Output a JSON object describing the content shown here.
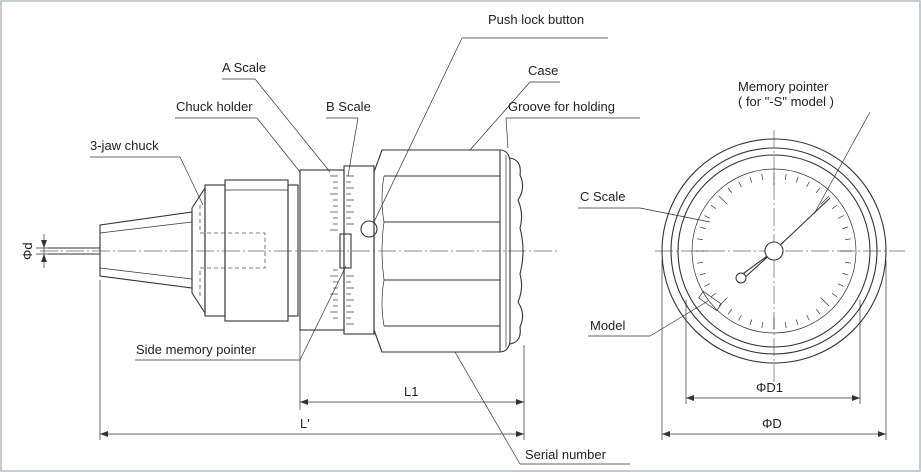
{
  "labels": {
    "push_lock_button": "Push lock button",
    "a_scale": "A Scale",
    "case": "Case",
    "chuck_holder": "Chuck holder",
    "b_scale": "B Scale",
    "groove_for_holding": "Groove for holding",
    "jaw_chuck": "3-jaw chuck",
    "memory_pointer": "Memory pointer",
    "memory_pointer_note": "( for \"-S\" model )",
    "c_scale": "C Scale",
    "model": "Model",
    "side_memory_pointer": "Side memory pointer",
    "serial_number": "Serial number"
  },
  "dimensions": {
    "phi_d_small": "Φd",
    "L1": "L1",
    "L_prime": "L'",
    "phi_D1": "ΦD1",
    "phi_D": "ΦD"
  },
  "colors": {
    "line": "#333333",
    "frame": "#b0bcc4",
    "background": "#ffffff"
  }
}
